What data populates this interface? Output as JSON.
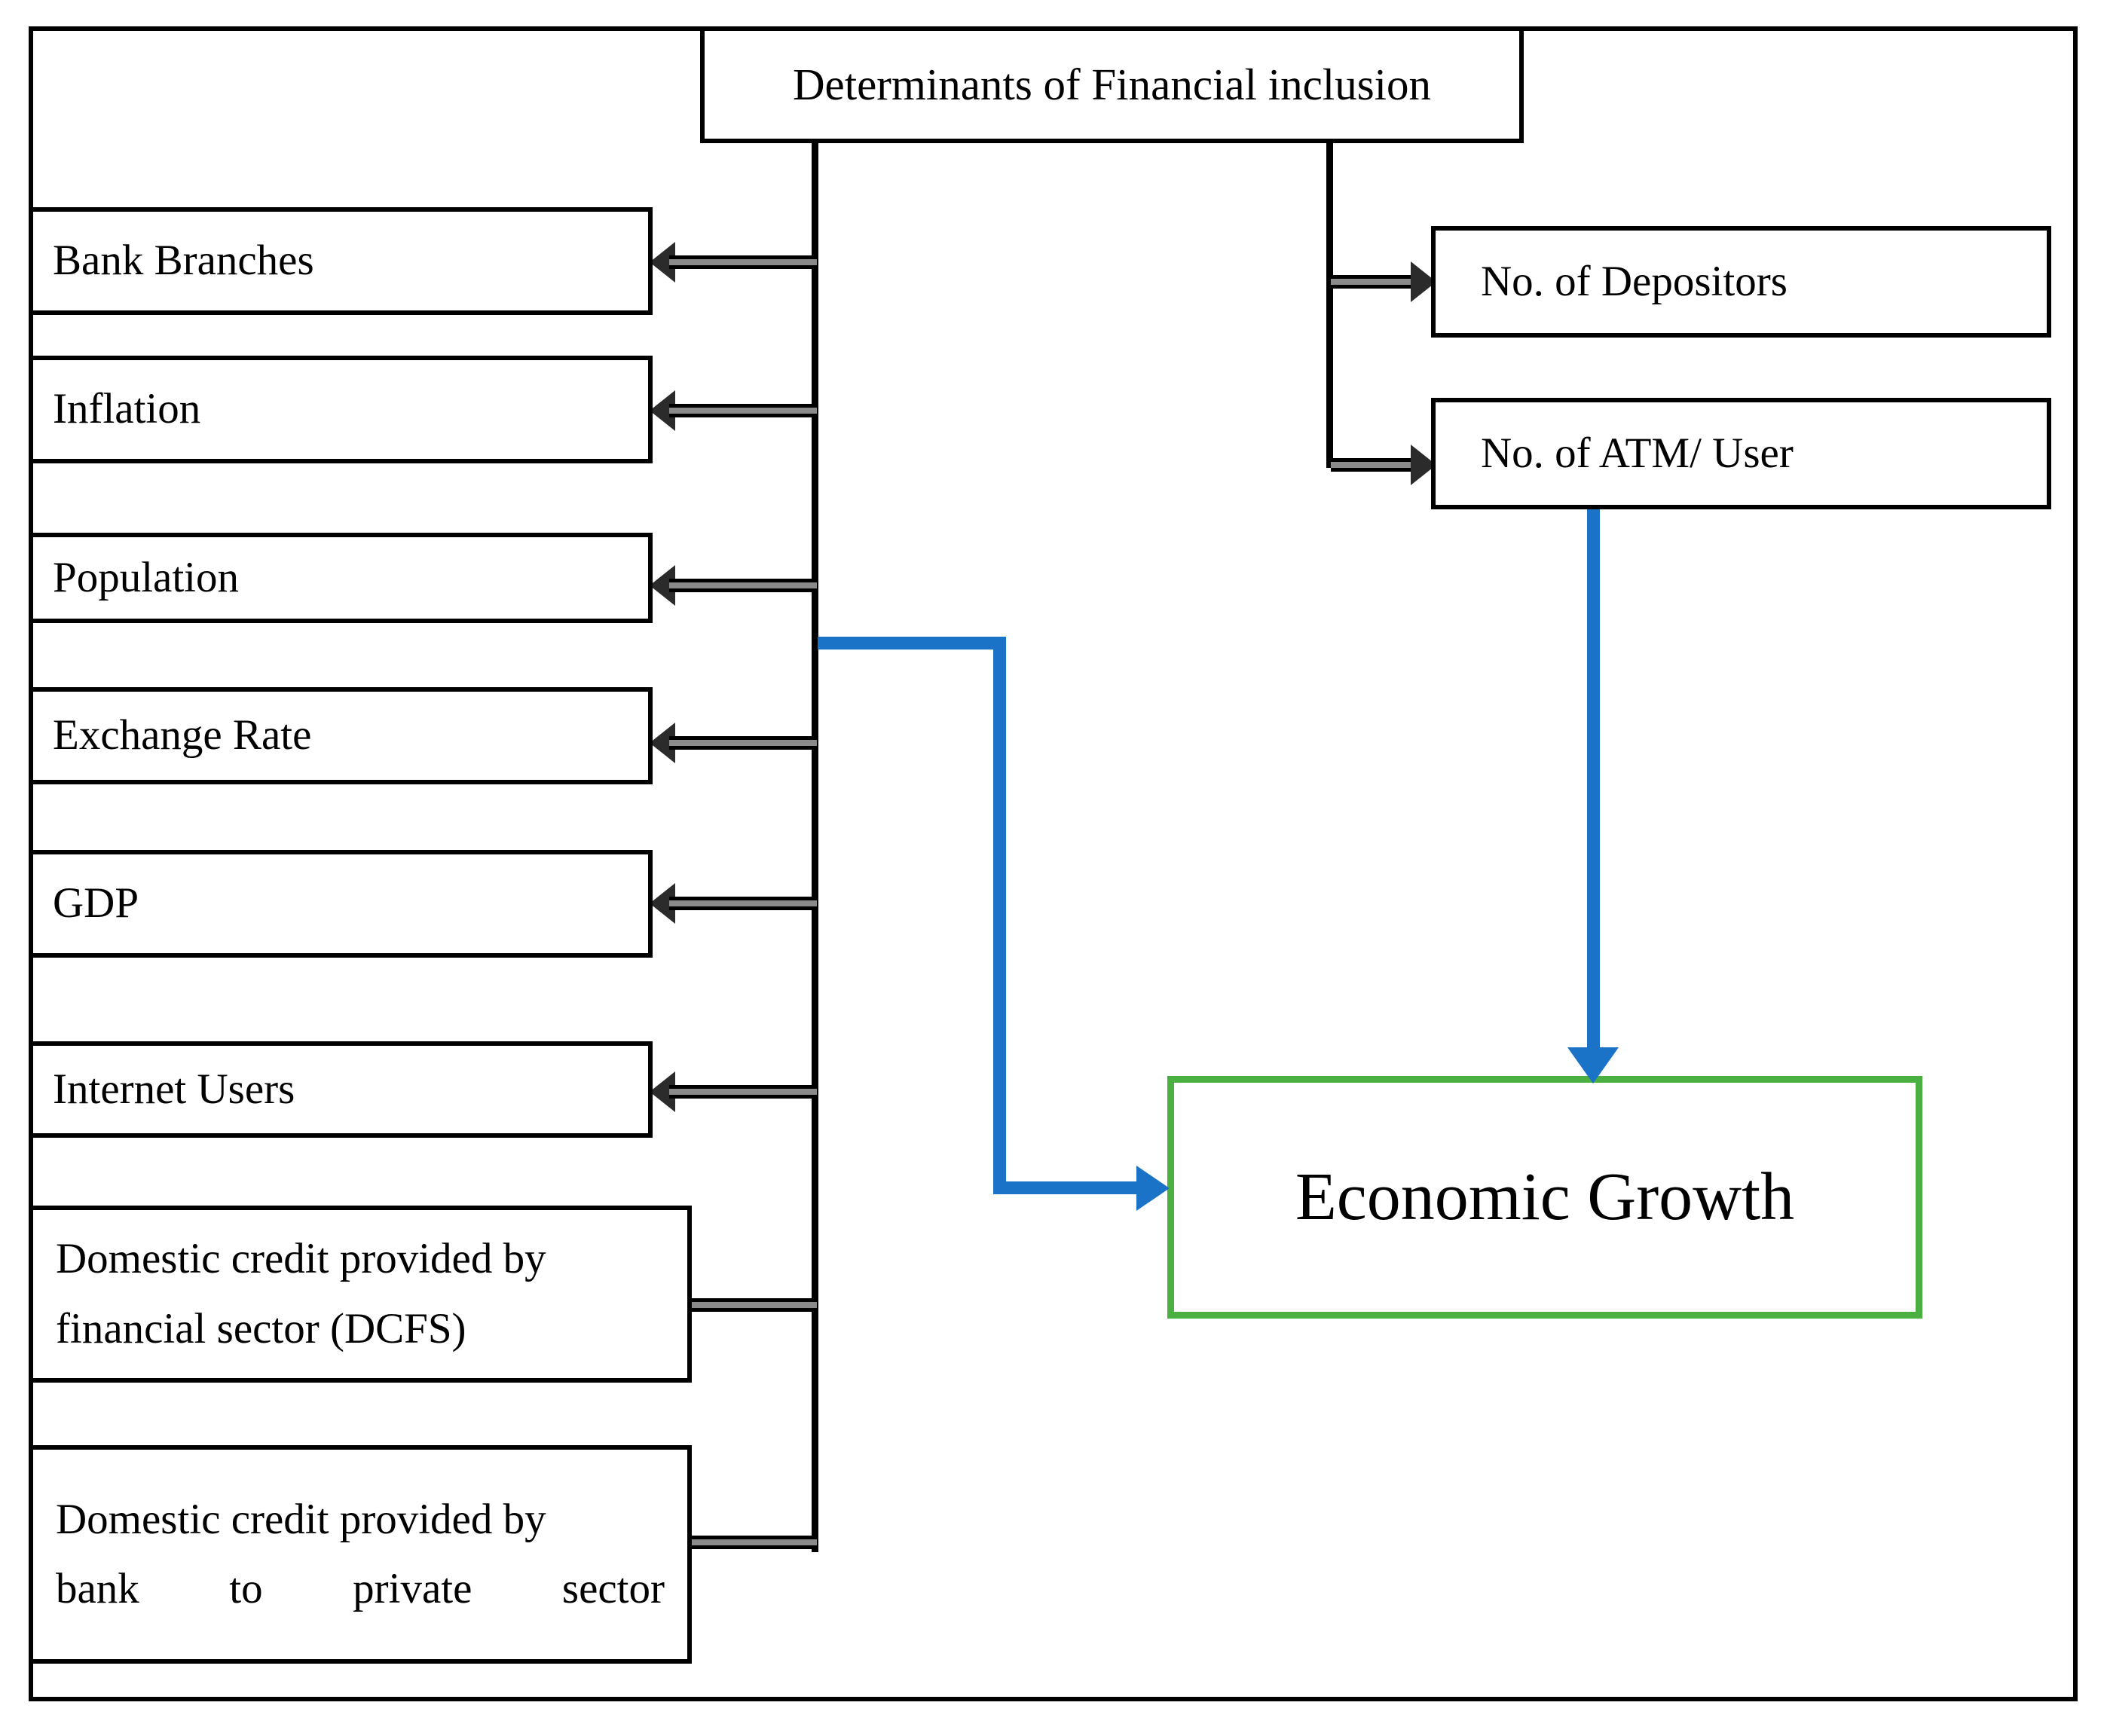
{
  "diagram": {
    "title_node": {
      "label": "Determinants of Financial inclusion"
    },
    "determinants": [
      {
        "label": "Bank Branches"
      },
      {
        "label": "Inflation"
      },
      {
        "label": "Population"
      },
      {
        "label": "Exchange Rate"
      },
      {
        "label": "GDP"
      },
      {
        "label": "Internet Users"
      },
      {
        "line1": "Domestic credit provided by",
        "line2": "financial sector (DCFS)"
      },
      {
        "line1": "Domestic credit provided by",
        "line2": "bank to private sector"
      }
    ],
    "indicators": [
      {
        "label": "No. of Depositors"
      },
      {
        "label": "No. of ATM/ User"
      }
    ],
    "outcome": {
      "label": "Economic Growth"
    },
    "colors": {
      "outcome_border": "#4CAF41",
      "flow_arrow": "#1b73c8",
      "connector_shaft": "#8a8a8a",
      "frame": "#000000"
    }
  }
}
